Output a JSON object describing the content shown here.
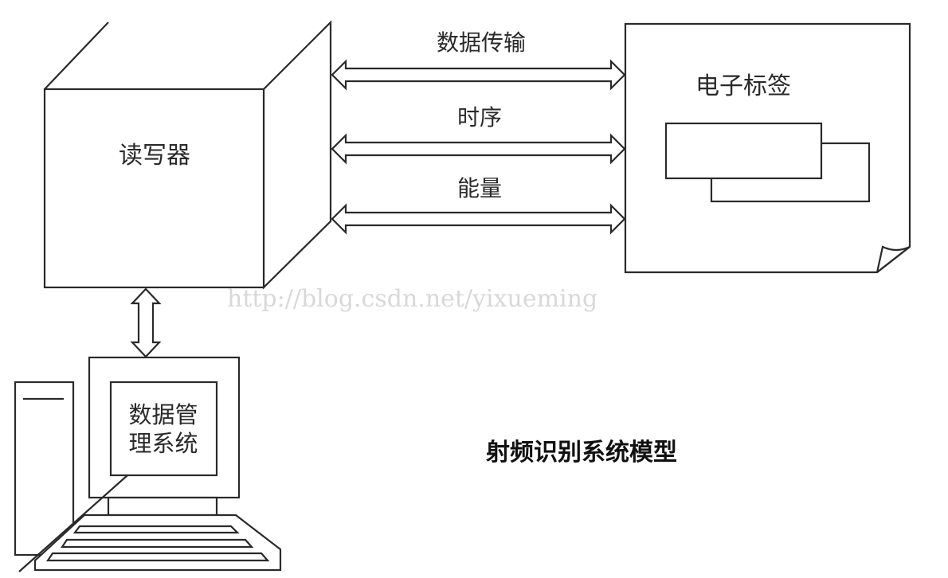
{
  "diagram": {
    "title": "射频识别系统模型",
    "watermark": "http://blog.csdn.net/yixueming",
    "nodes": {
      "reader": {
        "label": "读写器",
        "shape": "cube"
      },
      "tag": {
        "label": "电子标签",
        "shape": "page-with-folded-corner"
      },
      "dms": {
        "label_line1": "数据管",
        "label_line2": "理系统",
        "shape": "desktop-computer"
      }
    },
    "links": [
      {
        "from": "reader",
        "to": "tag",
        "label": "数据传输",
        "type": "double-arrow"
      },
      {
        "from": "reader",
        "to": "tag",
        "label": "时序",
        "type": "double-arrow"
      },
      {
        "from": "reader",
        "to": "tag",
        "label": "能量",
        "type": "double-arrow"
      },
      {
        "from": "reader",
        "to": "dms",
        "label": "",
        "type": "double-arrow-vertical"
      }
    ],
    "colors": {
      "stroke": "#2a2a2a",
      "background": "#ffffff",
      "watermark": "#d8d8d8"
    }
  }
}
